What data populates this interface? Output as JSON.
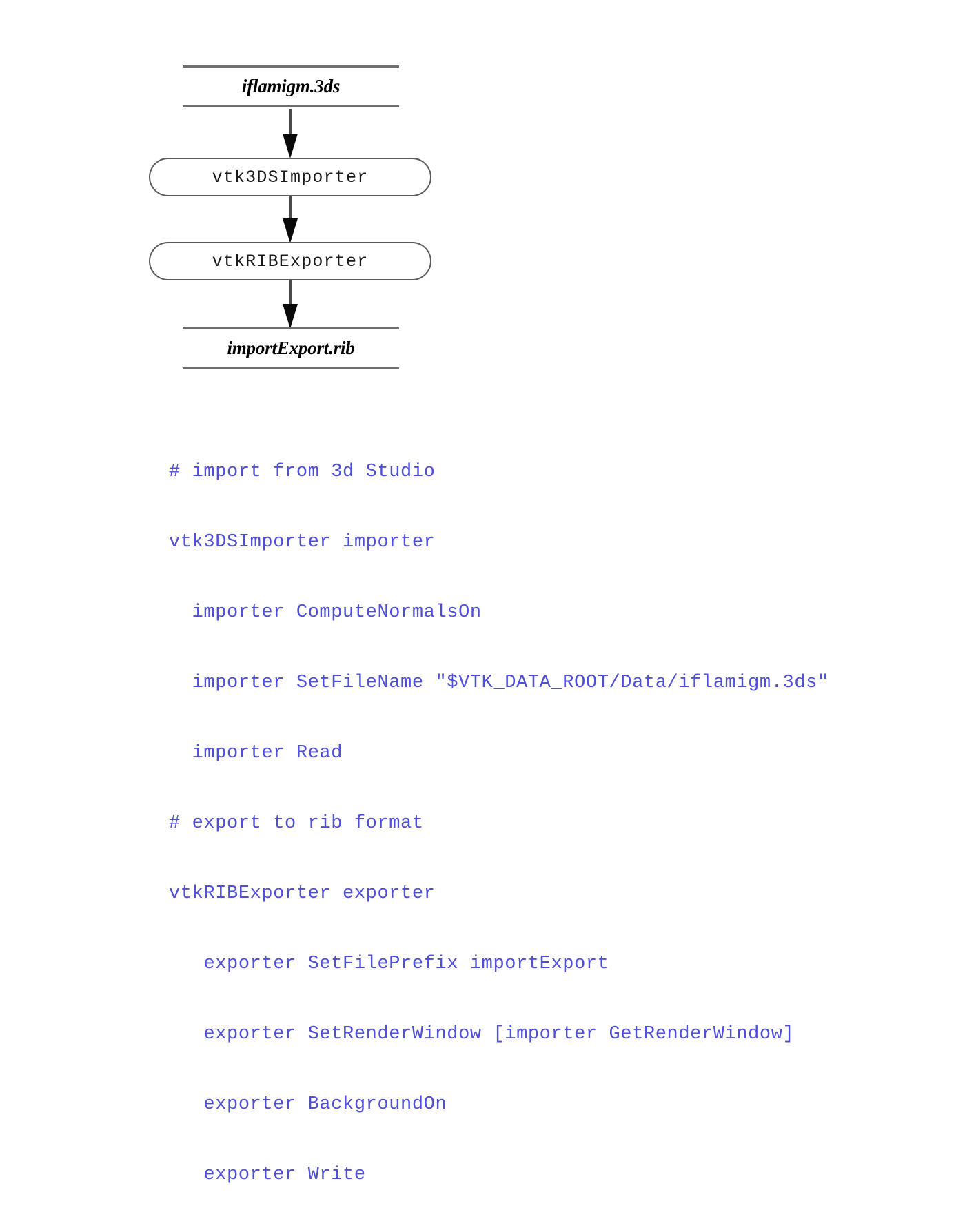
{
  "page": {
    "background_color": "#ffffff"
  },
  "diagram": {
    "type": "flowchart",
    "orientation": "top-to-bottom",
    "colors": {
      "file_rule": "#6f6f6f",
      "node_stroke": "#5b5b5b",
      "node_fill": "#ffffff",
      "node_text": "#1a1a1a",
      "arrow": "#0a0a0a",
      "code_text": "#4e4edc"
    },
    "nodes": [
      {
        "id": "input-file",
        "shape": "file",
        "label": "iflamigm.3ds"
      },
      {
        "id": "importer",
        "shape": "stadium",
        "label": "vtk3DSImporter"
      },
      {
        "id": "exporter",
        "shape": "stadium",
        "label": "vtkRIBExporter"
      },
      {
        "id": "output-file",
        "shape": "file",
        "label": "importExport.rib"
      }
    ],
    "edges": [
      {
        "from": "input-file",
        "to": "importer",
        "style": "arrow"
      },
      {
        "from": "importer",
        "to": "exporter",
        "style": "arrow"
      },
      {
        "from": "exporter",
        "to": "output-file",
        "style": "arrow"
      }
    ]
  },
  "code": {
    "language": "tcl",
    "lines": [
      "# import from 3d Studio",
      "vtk3DSImporter importer",
      "  importer ComputeNormalsOn",
      "  importer SetFileName \"$VTK_DATA_ROOT/Data/iflamigm.3ds\"",
      "  importer Read",
      "# export to rib format",
      "vtkRIBExporter exporter",
      "   exporter SetFilePrefix importExport",
      "   exporter SetRenderWindow [importer GetRenderWindow]",
      "   exporter BackgroundOn",
      "   exporter Write"
    ]
  }
}
